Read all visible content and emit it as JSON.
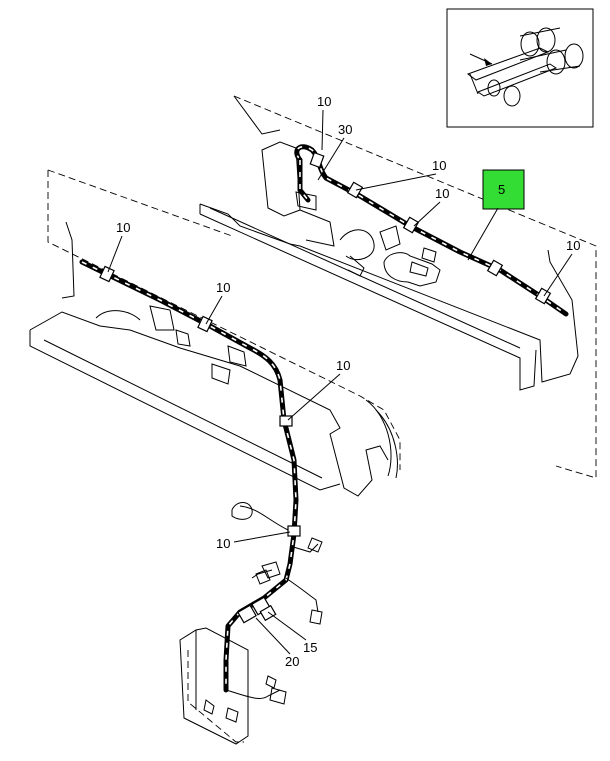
{
  "callouts": {
    "top_10_a": "10",
    "top_30": "30",
    "top_10_b": "10",
    "top_10_c": "10",
    "highlight_5": "5",
    "top_10_d": "10",
    "left_10_a": "10",
    "left_10_b": "10",
    "mid_10": "10",
    "low_10": "10",
    "item_15": "15",
    "item_20": "20"
  },
  "colors": {
    "highlight_fill": "#33dd33",
    "line": "#000000",
    "background": "#ffffff"
  },
  "inset": {
    "icon": "truck-chassis-locator-icon"
  }
}
